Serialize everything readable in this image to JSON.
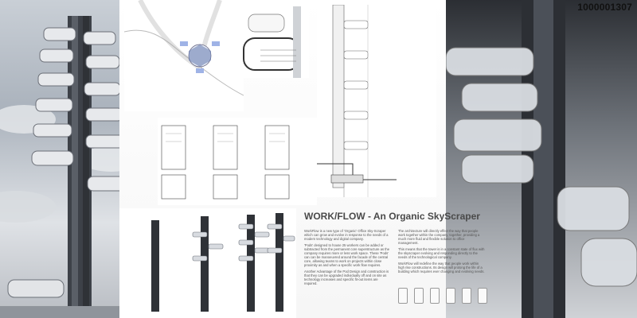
{
  "header": {
    "code": "1000001307"
  },
  "poster": {
    "title": "WORK/FLOW",
    "subtitle": "- An Organic SkyScraper",
    "paragraphs_left": [
      "WorkFlow is a new type of 'Organic' Office Sky-Scraper which can grow and evolve in response to the needs of a modern technology and digital company.",
      "'Pods' designed to house 25 workers can be added or subtracted from the permanent core superstructure as the company requires more or less work space. These 'Pods' can can be manoeuvred around the facade of the central core, allowing teams to work on projects within close proximity as and when a specific work flow requires.",
      "Another Advantage of the Pod Design and construction is that they can be upgraded individually off and on site as technology increases and specific fit-out items are required."
    ],
    "paragraphs_right": [
      "The architecture will directly effect the way that people work together within the company, together, providing a much more fluid and flexible solution to office management.",
      "This means that the tower is in a constant state of flux with the skyscraper evolving and responding directly to the needs of the technological company.",
      "WorkFlow will redefine the way that people work within high rise constructions. Its design will prolong the life of a building which requires ever changing and evolving needs."
    ]
  }
}
